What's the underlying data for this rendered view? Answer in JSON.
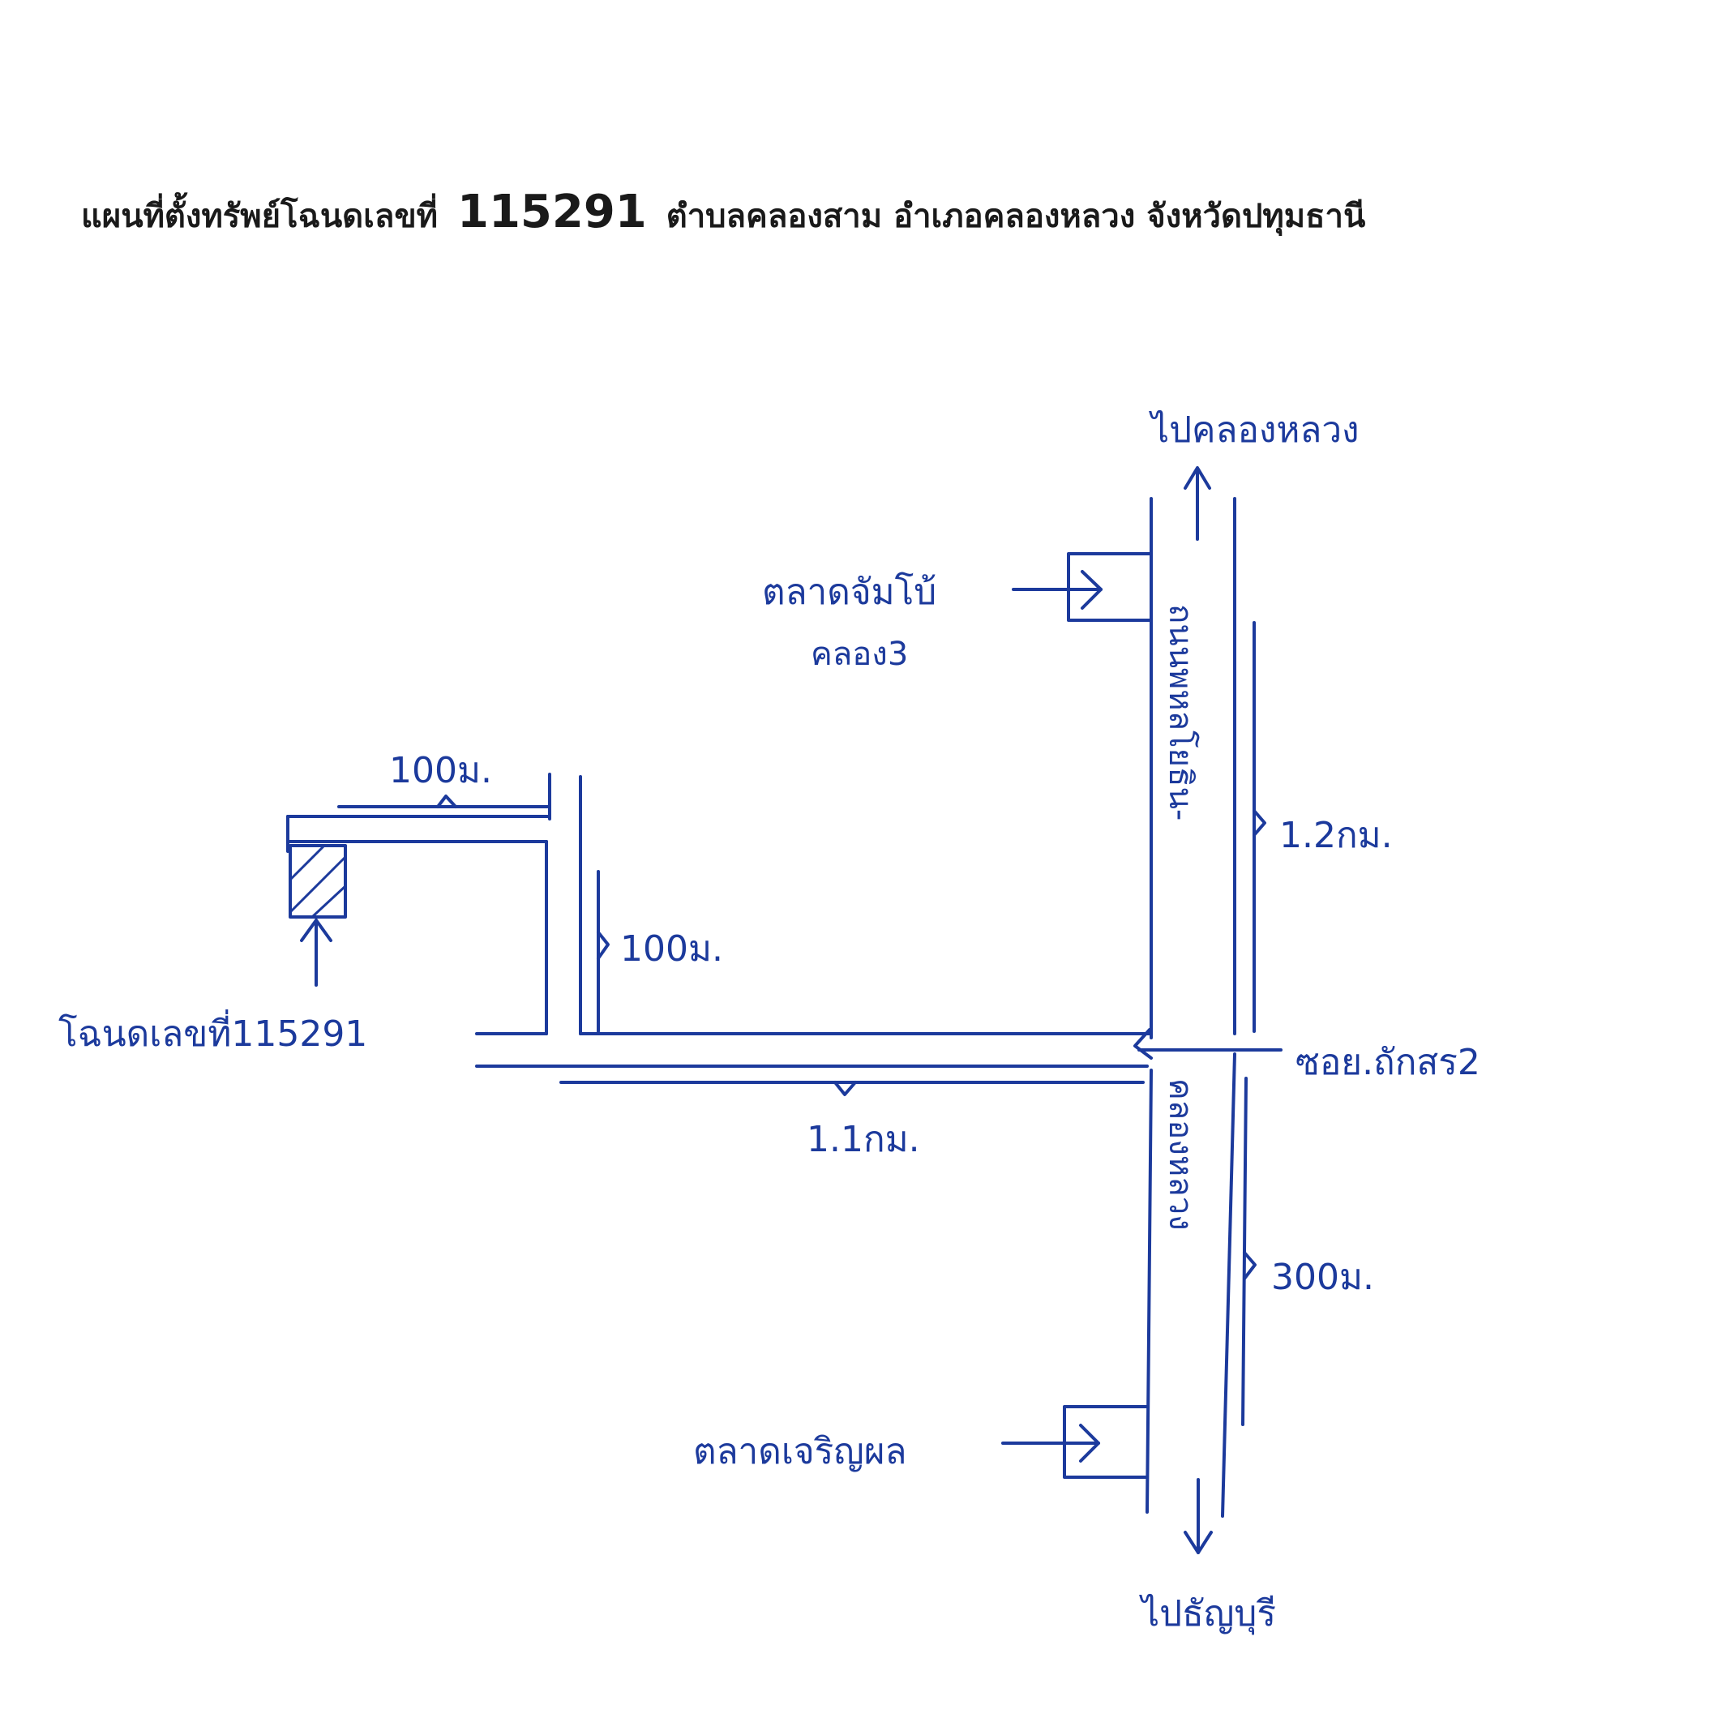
{
  "title": {
    "prefix": "แผนที่ตั้งทรัพย์โฉนดเลขที่",
    "deed_number": "115291",
    "suffix": "ตำบลคลองสาม อำเภอคลองหลวง จังหวัดปทุมธานี"
  },
  "labels": {
    "to_khlong_luang": "ไปคลองหลวง",
    "to_thanyaburi": "ไปธัญบุรี",
    "market_jammai_line1": "ตลาดจัมโบ้",
    "market_jammai_line2": "คลอง3",
    "market_charoenphon": "ตลาดเจริญผล",
    "main_road_north": "ถนนพหลโยธิน-",
    "main_road_south": "คลองหลวง",
    "soi": "ซอย.ถักสร2",
    "deed_label": "โฉนดเลขที่115291",
    "dist_top": "100ม.",
    "dist_side": "100ม.",
    "dist_bottom": "1.1กม.",
    "dist_north": "1.2กม.",
    "dist_south": "300ม."
  },
  "colors": {
    "ink": "#1c3a9c",
    "title": "#1a1a1a"
  }
}
